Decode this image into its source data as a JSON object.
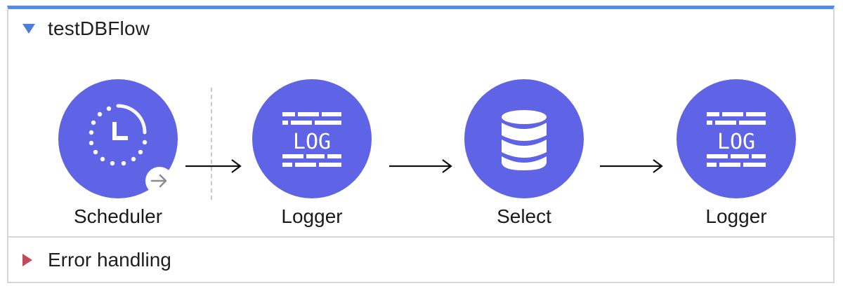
{
  "flow": {
    "title": "testDBFlow",
    "accent_color": "#4e8ee6",
    "component_color": "#5f63e6",
    "components": [
      {
        "label": "Scheduler",
        "icon": "clock-icon"
      },
      {
        "label": "Logger",
        "icon": "log-icon",
        "icon_text": "LOG"
      },
      {
        "label": "Select",
        "icon": "database-icon"
      },
      {
        "label": "Logger",
        "icon": "log-icon",
        "icon_text": "LOG"
      }
    ]
  },
  "error_handling": {
    "label": "Error handling",
    "collapsed": true,
    "color": "#c24a5a"
  }
}
